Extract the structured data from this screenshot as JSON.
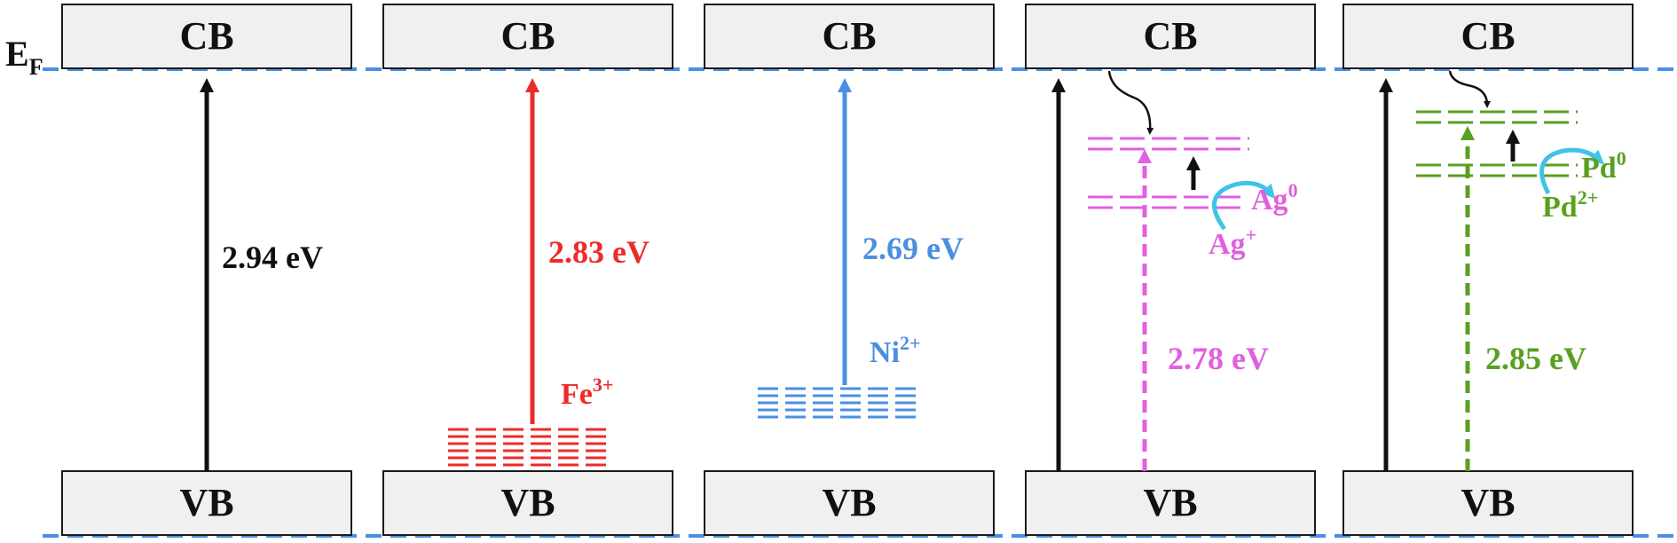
{
  "fermi": {
    "label": "E",
    "subscript": "F"
  },
  "band_labels": {
    "cb": "CB",
    "vb": "VB"
  },
  "colors": {
    "black": "#111111",
    "red": "#ee2a2a",
    "blue": "#4a8fe0",
    "magenta": "#e060e0",
    "green": "#5aa020",
    "cyan": "#3fc3e6",
    "dash_line": "#4a8fe0"
  },
  "panels": [
    {
      "id": "pristine",
      "gap": "2.94 eV",
      "color": "#111111"
    },
    {
      "id": "fe",
      "gap": "2.83 eV",
      "color": "#ee2a2a",
      "ion": {
        "base": "Fe",
        "sup": "3+"
      }
    },
    {
      "id": "ni",
      "gap": "2.69 eV",
      "color": "#4a8fe0",
      "ion": {
        "base": "Ni",
        "sup": "2+"
      }
    },
    {
      "id": "ag",
      "gap": "2.78 eV",
      "color": "#e060e0",
      "ion_reduced": {
        "base": "Ag",
        "sup": "0"
      },
      "ion_oxidized": {
        "base": "Ag",
        "sup": "+"
      }
    },
    {
      "id": "pd",
      "gap": "2.85 eV",
      "color": "#5aa020",
      "ion_reduced": {
        "base": "Pd",
        "sup": "0"
      },
      "ion_oxidized": {
        "base": "Pd",
        "sup": "2+"
      }
    }
  ]
}
